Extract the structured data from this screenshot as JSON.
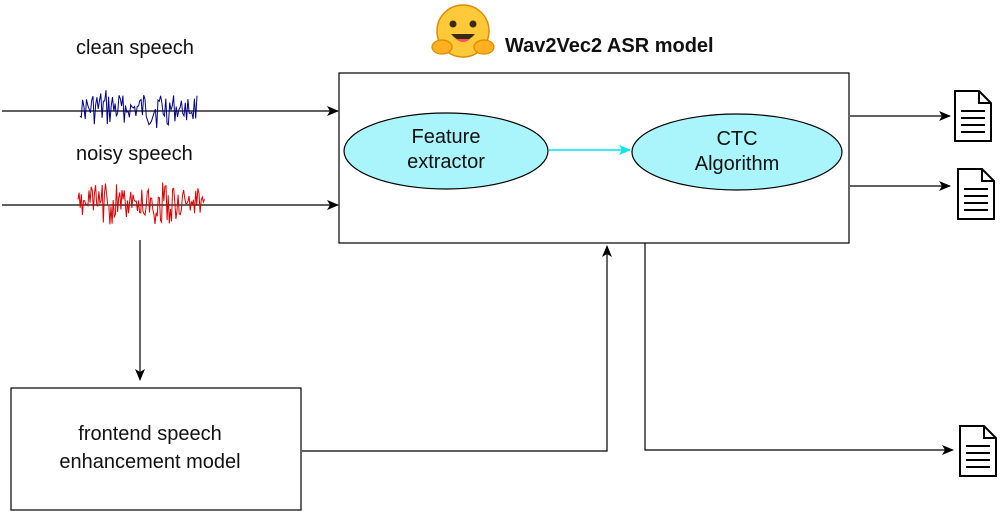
{
  "diagram": {
    "title": "Wav2Vec2 ASR model",
    "clean_label": "clean speech",
    "noisy_label": "noisy speech",
    "nodes": {
      "feature_extractor": {
        "line1": "Feature",
        "line2": "extractor"
      },
      "ctc": {
        "line1": "CTC",
        "line2": "Algorithm"
      },
      "frontend": {
        "line1": "frontend speech",
        "line2": "enhancement model"
      }
    },
    "icons": {
      "logo": "hugging-face-emoji",
      "output": "document-icon"
    },
    "colors": {
      "clean_wave": "#00008b",
      "noisy_wave": "#dd0000",
      "node_fill": "#aaf5fb",
      "inner_arrow": "#00e5ee",
      "logo_face": "#ffc93a"
    }
  }
}
